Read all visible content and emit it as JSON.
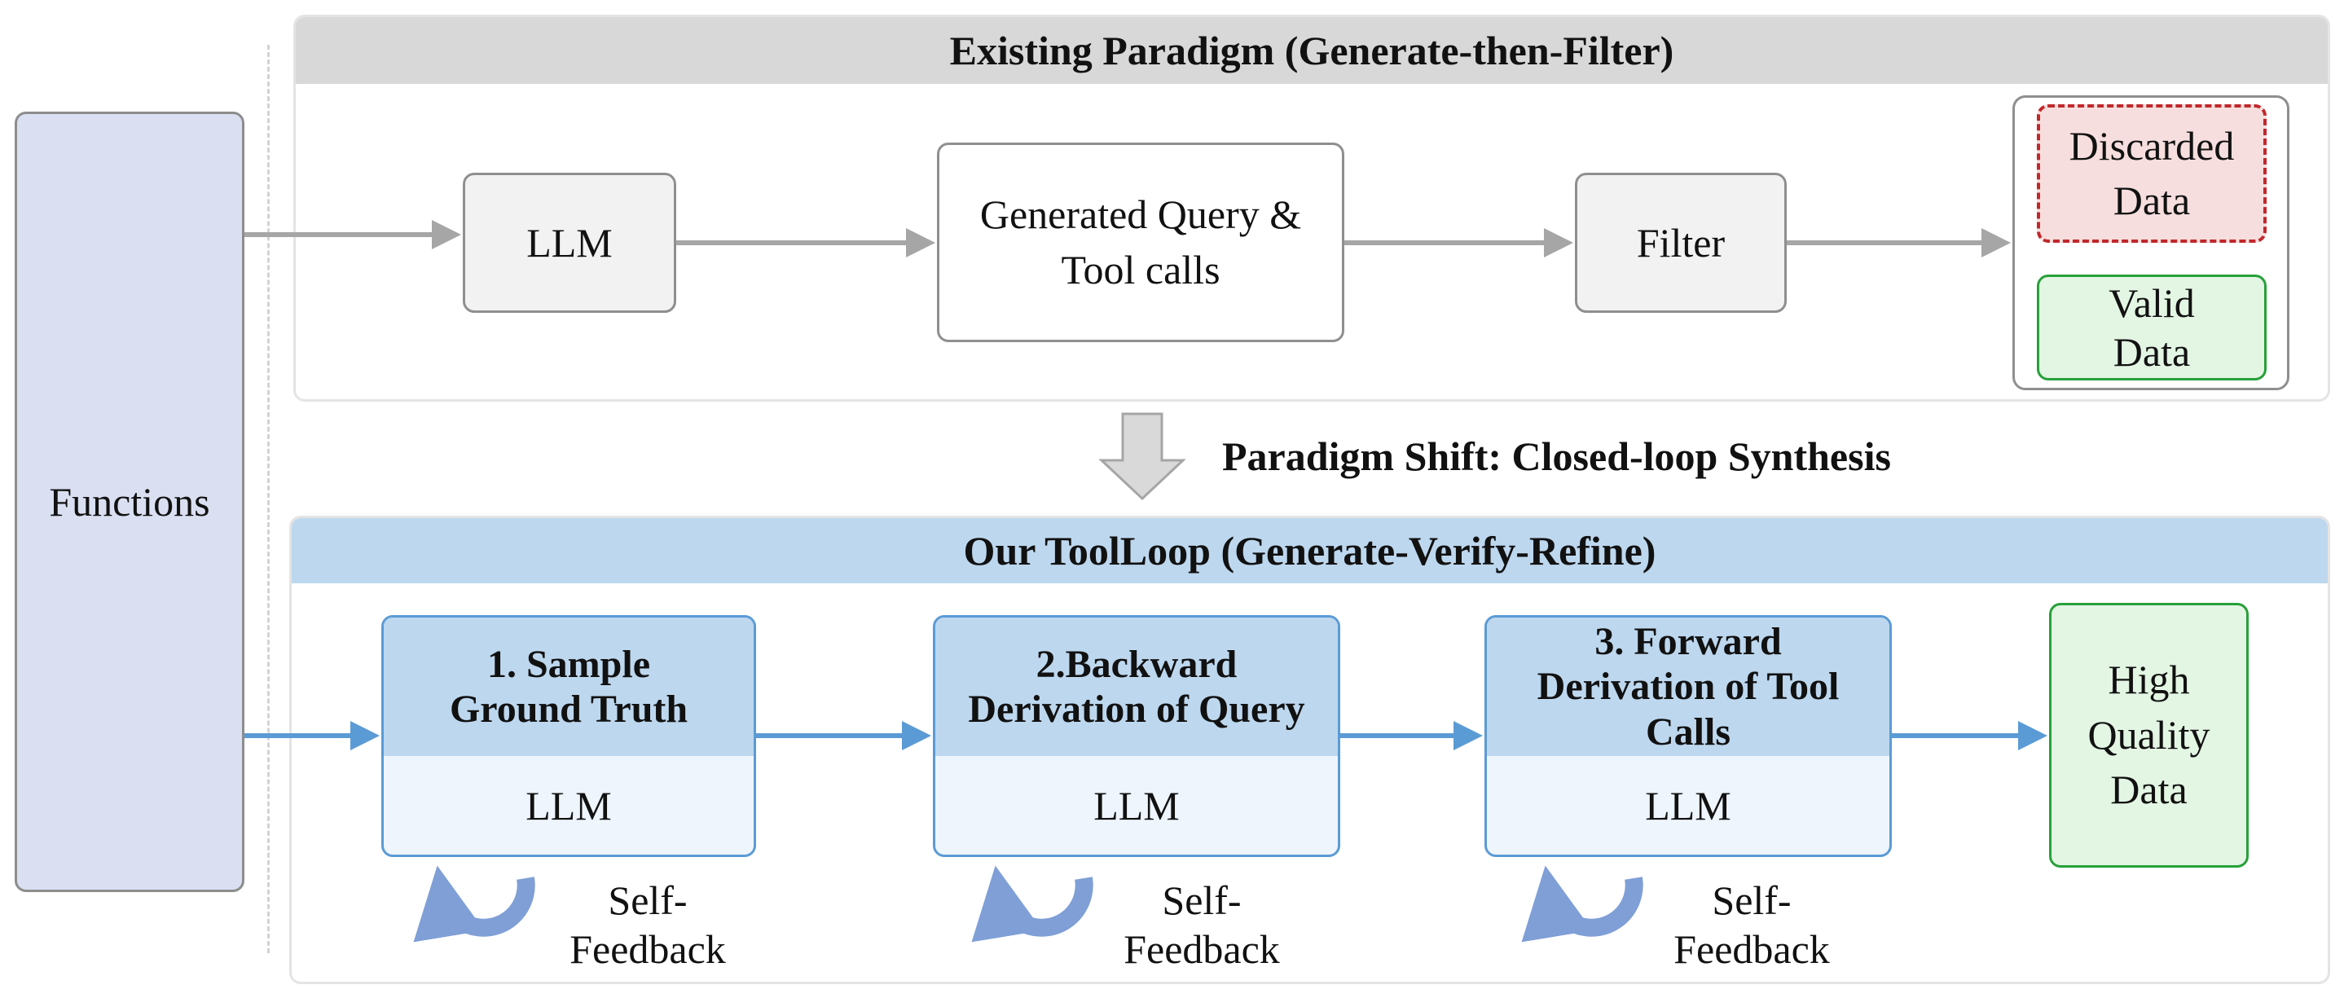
{
  "functions_label": "Functions",
  "top_panel": {
    "title": "Existing Paradigm (Generate-then-Filter)",
    "llm": "LLM",
    "generated_line1": "Generated Query &",
    "generated_line2": "Tool calls",
    "filter": "Filter",
    "discarded_line1": "Discarded",
    "discarded_line2": "Data",
    "valid_line1": "Valid",
    "valid_line2": "Data"
  },
  "paradigm_shift": "Paradigm Shift: Closed-loop Synthesis",
  "bottom_panel": {
    "title": "Our ToolLoop (Generate-Verify-Refine)",
    "steps": [
      {
        "title_line1": "1. Sample",
        "title_line2": "Ground Truth",
        "title_line3": "",
        "body": "LLM",
        "feedback_line1": "Self-",
        "feedback_line2": "Feedback"
      },
      {
        "title_line1": "2.Backward",
        "title_line2": "Derivation of Query",
        "title_line3": "",
        "body": "LLM",
        "feedback_line1": "Self-",
        "feedback_line2": "Feedback"
      },
      {
        "title_line1": "3. Forward",
        "title_line2": "Derivation of Tool",
        "title_line3": "Calls",
        "body": "LLM",
        "feedback_line1": "Self-",
        "feedback_line2": "Feedback"
      }
    ],
    "output_line1": "High",
    "output_line2": "Quality",
    "output_line3": "Data"
  },
  "colors": {
    "gray_header": "#d8d8d8",
    "blue_header": "#bdd7ee",
    "functions_fill": "#dae0f2",
    "gray_arrow": "#a6a6a6",
    "blue_arrow": "#5b9bd5",
    "discard_border": "#c0282c",
    "valid_border": "#27a03a",
    "feedback_arrow": "#7f9fd6"
  }
}
